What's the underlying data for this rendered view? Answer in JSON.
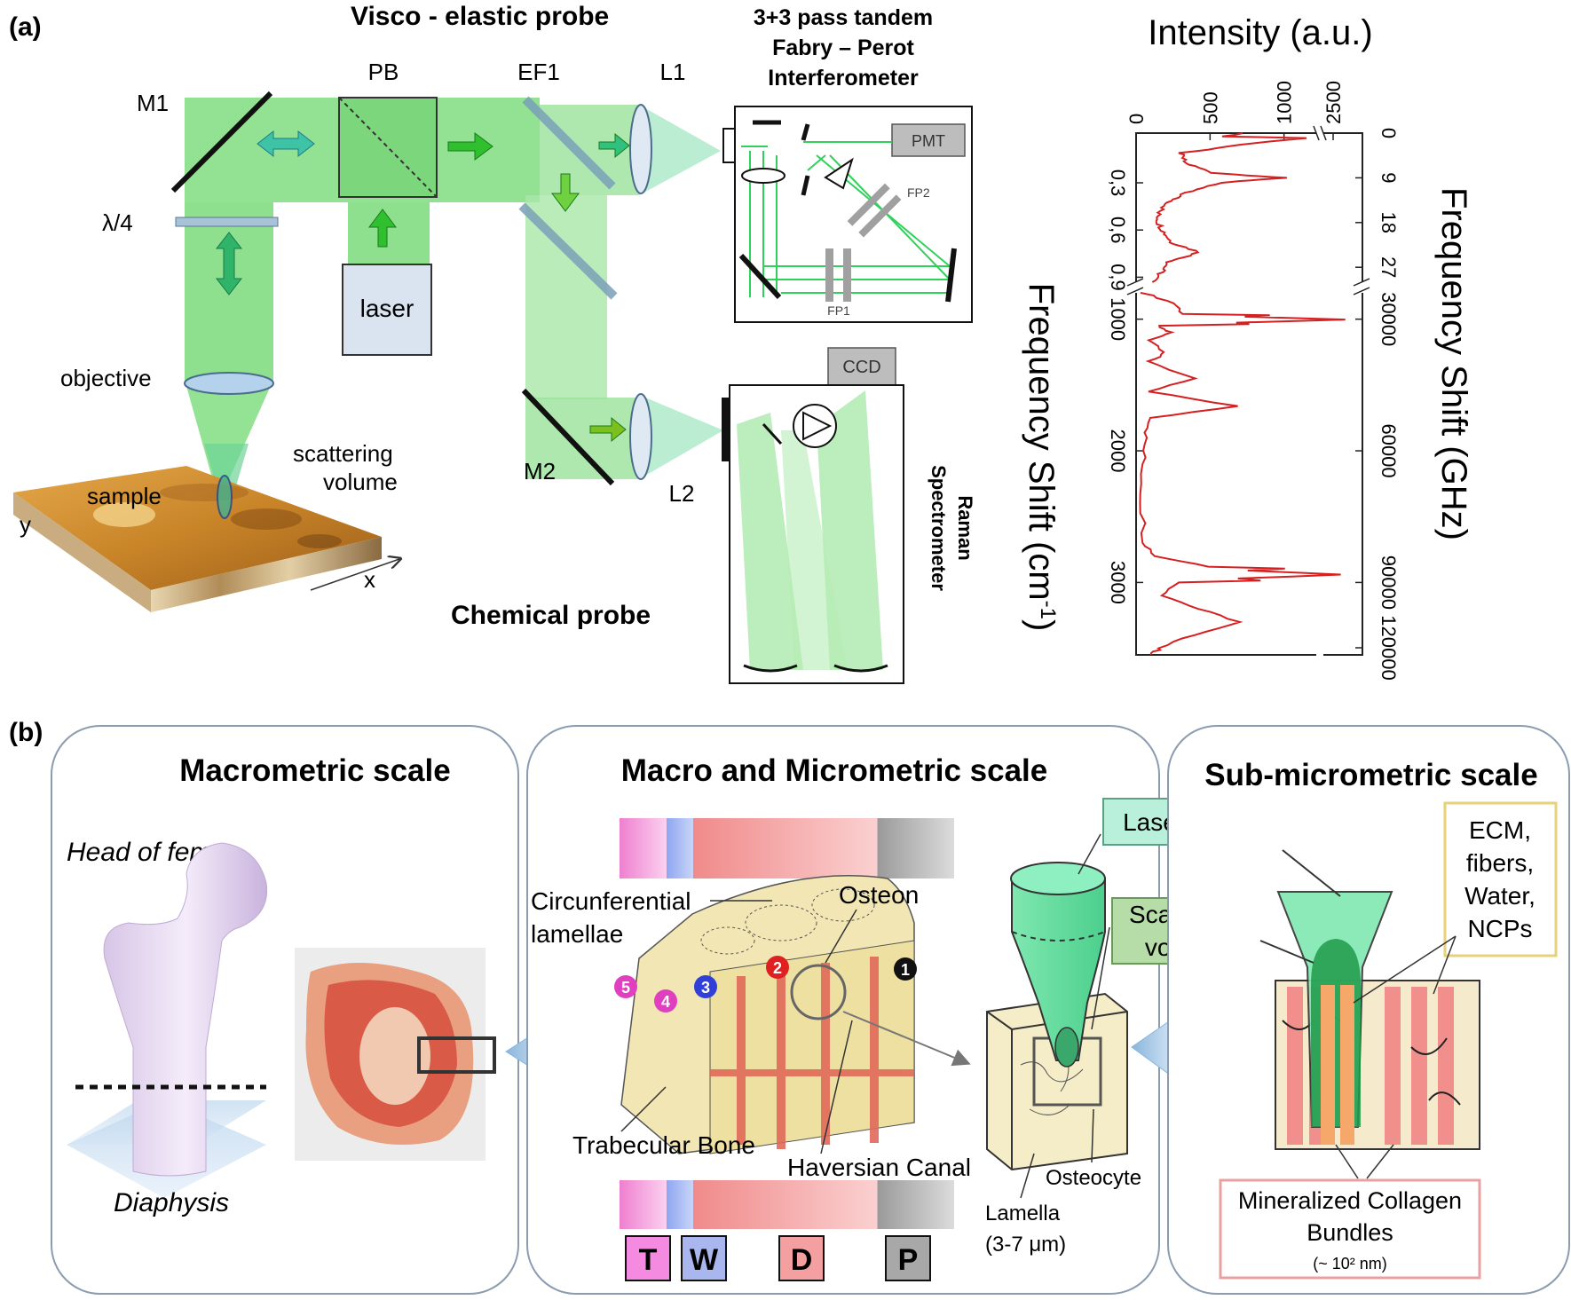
{
  "panel_a": {
    "label": "(a)",
    "title_visco": "Visco - elastic probe",
    "title_chemical": "Chemical probe",
    "fp_title_1": "3+3 pass tandem",
    "fp_title_2": "Fabry – Perot",
    "fp_title_3": "Interferometer",
    "labels": {
      "m1": "M1",
      "pb": "PB",
      "ef1": "EF1",
      "l1": "L1",
      "l2": "L2",
      "m2": "M2",
      "lambda4": "λ/4",
      "laser": "laser",
      "objective": "objective",
      "scattering_1": "scattering",
      "scattering_2": "volume",
      "sample": "sample",
      "axis_x": "x",
      "axis_y": "y",
      "pmt": "PMT",
      "fp1": "FP1",
      "fp2": "FP2",
      "ccd": "CCD",
      "raman_1": "Raman",
      "raman_2": "Spectrometer"
    }
  },
  "chart_data": {
    "type": "line",
    "orientation": "vertical-spectrum",
    "title": "",
    "intensity_label": "Intensity (a.u.)",
    "intensity_ticks": [
      "0",
      "500",
      "1000",
      "2500"
    ],
    "left_axis_label": "Frequency Shift (cm",
    "left_axis_label_sup": "-1",
    "left_axis_label_end": ")",
    "right_axis_label": "Frequency Shift (GHz)",
    "left_ticks": [
      "0,3",
      "0,6",
      "0,9",
      "1000",
      "2000",
      "3000"
    ],
    "right_ticks": [
      "0",
      "9",
      "18",
      "27",
      "30000",
      "60000",
      "90000",
      "120000"
    ],
    "color": "#d42020",
    "brillouin_section": {
      "shift_ghz": [
        0,
        2,
        4,
        6,
        8,
        9,
        10,
        12,
        14,
        16,
        18,
        20,
        22,
        24,
        26,
        28,
        30
      ],
      "intensity": [
        1500,
        800,
        300,
        330,
        520,
        1000,
        560,
        330,
        220,
        150,
        150,
        190,
        240,
        430,
        220,
        170,
        110
      ]
    },
    "raman_section": {
      "shift_cm": [
        800,
        880,
        960,
        1003,
        1050,
        1100,
        1160,
        1250,
        1320,
        1450,
        1550,
        1660,
        1750,
        1900,
        2100,
        2400,
        2700,
        2800,
        2880,
        2940,
        3000,
        3100,
        3200,
        3300,
        3400,
        3500,
        3550
      ],
      "intensity": [
        50,
        260,
        320,
        2650,
        140,
        230,
        100,
        200,
        90,
        380,
        80,
        680,
        110,
        60,
        45,
        40,
        60,
        130,
        500,
        2600,
        280,
        190,
        420,
        700,
        380,
        160,
        100
      ]
    }
  },
  "panel_b": {
    "label": "(b)",
    "macro_title": "Macrometric scale",
    "head_label": "Head of femur",
    "diaphysis_label": "Diaphysis",
    "micro_title": "Macro and Micrometric scale",
    "circ_1": "Circunferential",
    "circ_2": "lamellae",
    "osteon": "Osteon",
    "trabecular": "Trabecular Bone",
    "haversian": "Haversian Canal",
    "lamella_1": "Lamella",
    "lamella_2": "(3-7 μm)",
    "osteocyte": "Osteocyte",
    "laser_beam": "Laser beam",
    "scat_1": "Scattering",
    "scat_2": "volume",
    "numbers": [
      "1",
      "2",
      "3",
      "4",
      "5"
    ],
    "regions": [
      "T",
      "W",
      "D",
      "P"
    ],
    "sub_title": "Sub-micrometric scale",
    "ecm": [
      "ECM,",
      "fibers,",
      "Water,",
      "NCPs"
    ],
    "mineralized_1": "Mineralized Collagen",
    "mineralized_2": "Bundles",
    "mineralized_3": "(~ 10² nm)"
  }
}
